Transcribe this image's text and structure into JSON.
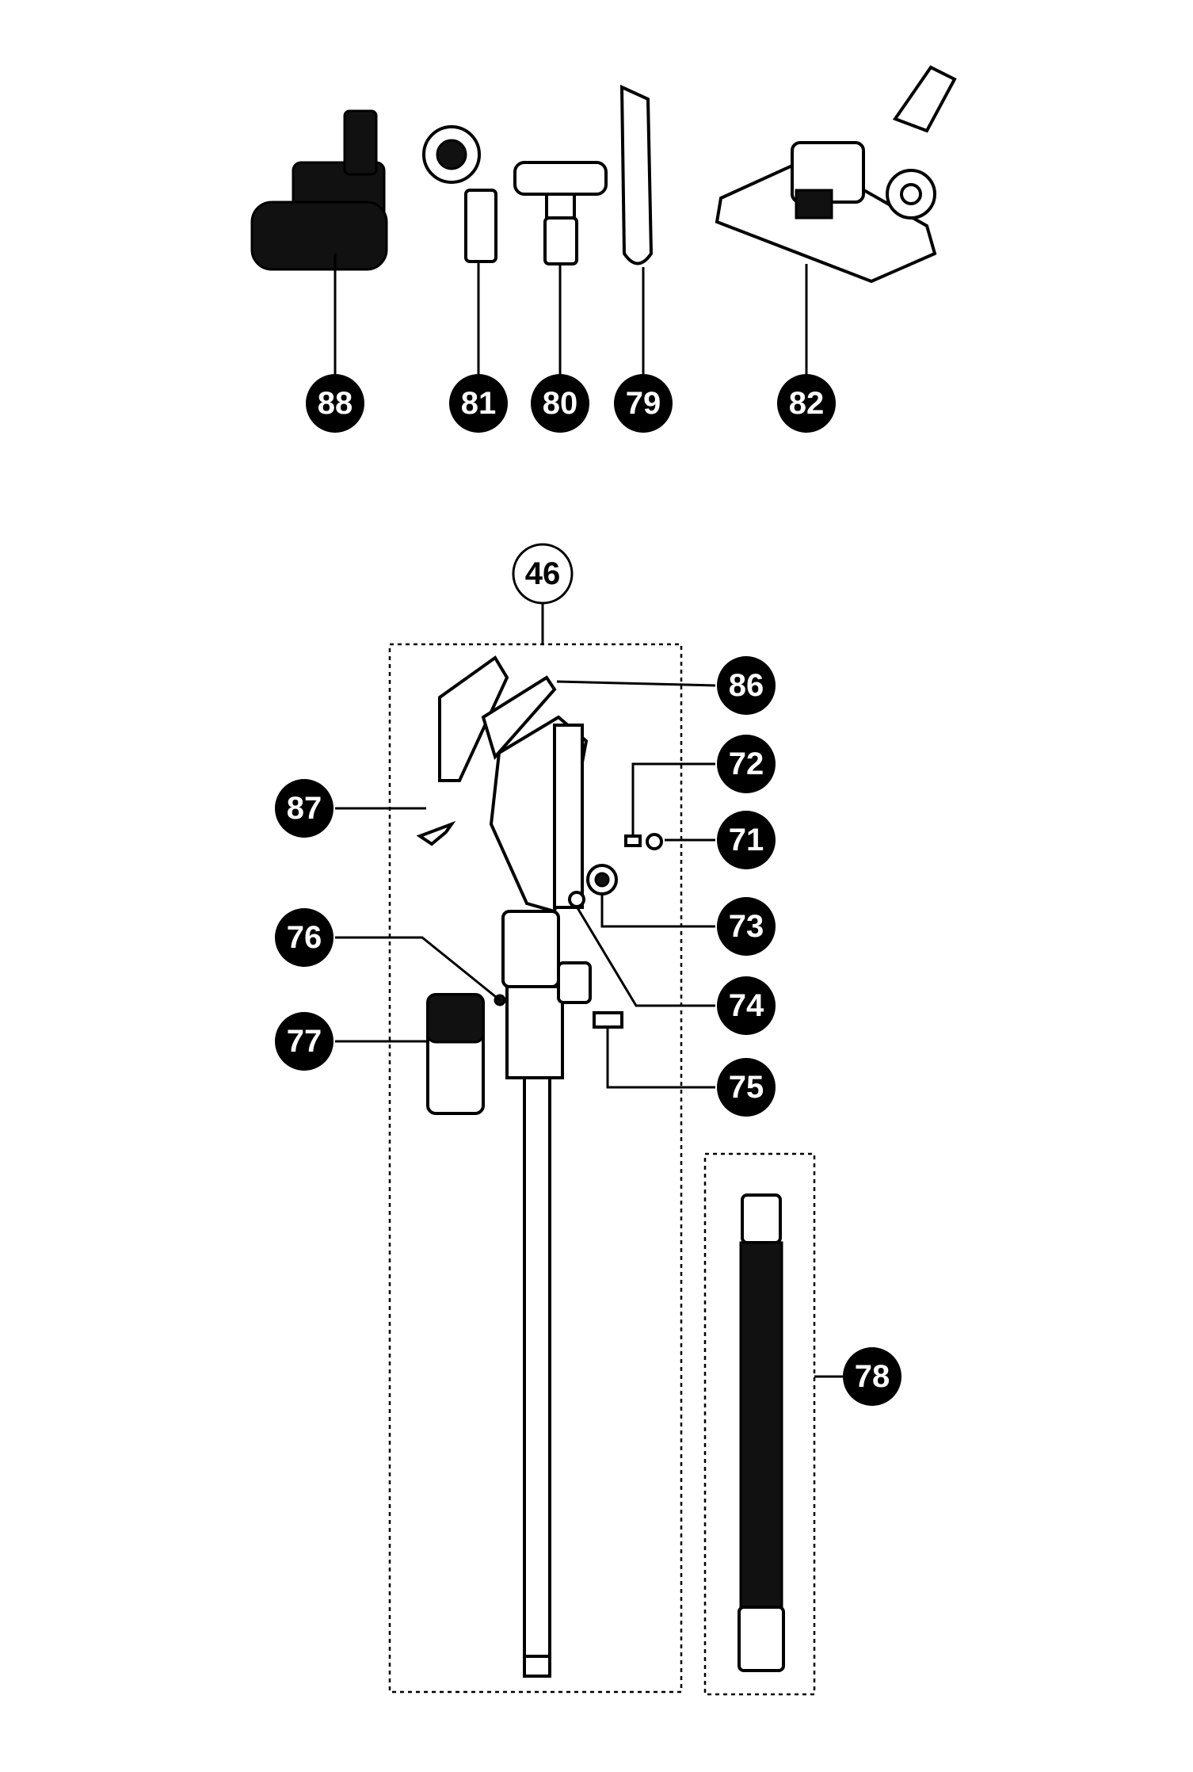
{
  "colors": {
    "callout_fill": "#000000",
    "callout_text": "#ffffff",
    "line": "#000000",
    "background": "#ffffff"
  },
  "callouts": {
    "p88": "88",
    "p81": "81",
    "p80": "80",
    "p79": "79",
    "p82": "82",
    "p46": "46",
    "p86": "86",
    "p72": "72",
    "p71": "71",
    "p73": "73",
    "p74": "74",
    "p75": "75",
    "p87": "87",
    "p76": "76",
    "p77": "77",
    "p78": "78"
  }
}
